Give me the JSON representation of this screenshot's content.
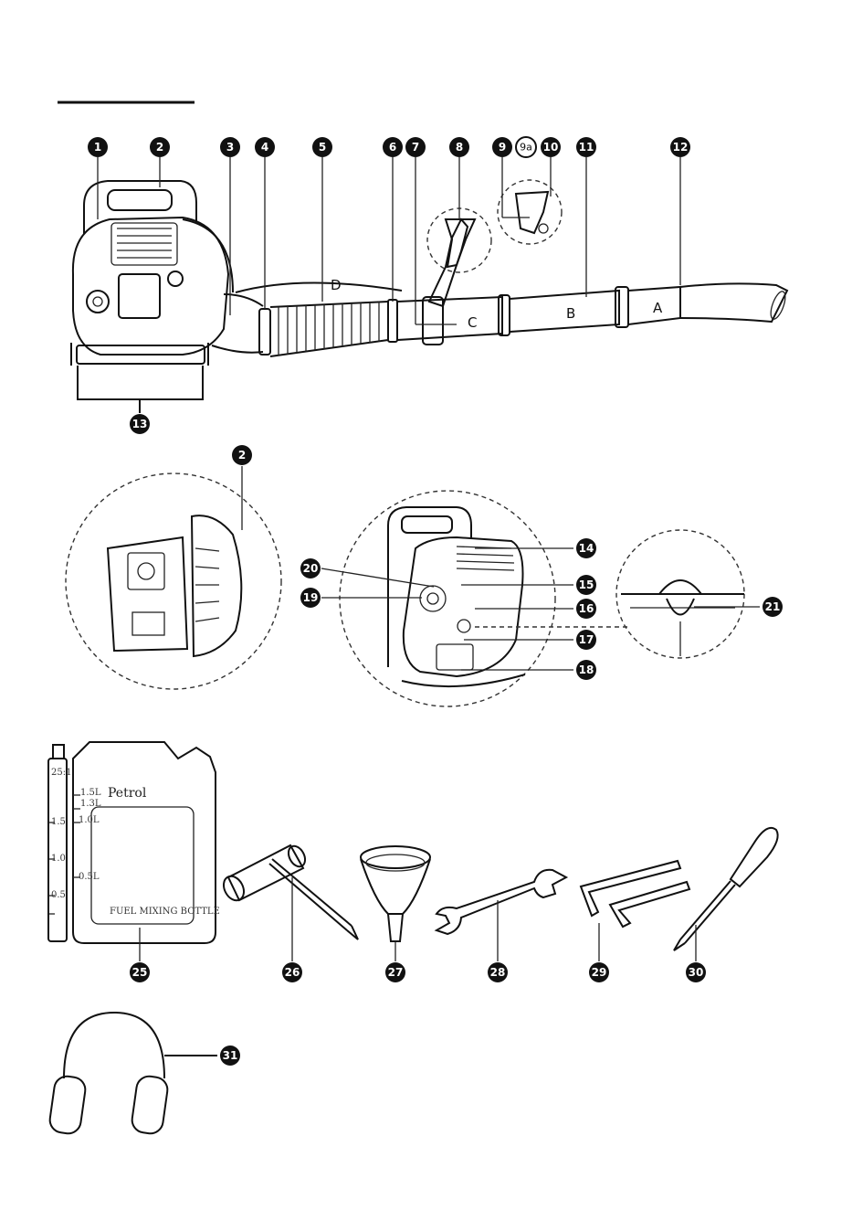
{
  "callouts": {
    "c1": "1",
    "c2": "2",
    "c3": "3",
    "c4": "4",
    "c5": "5",
    "c6": "6",
    "c7": "7",
    "c8": "8",
    "c9": "9",
    "c9a": "9a",
    "c10": "10",
    "c11": "11",
    "c12": "12",
    "c13": "13",
    "c2b": "2",
    "c14": "14",
    "c15": "15",
    "c16": "16",
    "c17": "17",
    "c18": "18",
    "c19": "19",
    "c20": "20",
    "c21": "21",
    "c25": "25",
    "c26": "26",
    "c27": "27",
    "c28": "28",
    "c29": "29",
    "c30": "30",
    "c31": "31"
  },
  "tube_letters": {
    "a": "A",
    "b": "B",
    "c": "C",
    "d": "D"
  },
  "bottle": {
    "name": "Petrol",
    "footer": "FUEL MIXING BOTTLE",
    "ratio": "25:1",
    "scale_left": [
      "1.5",
      "1.0",
      "0.5"
    ],
    "scale_right": [
      "1.5L",
      "1.3L",
      "1.0L",
      "0.5L"
    ]
  }
}
